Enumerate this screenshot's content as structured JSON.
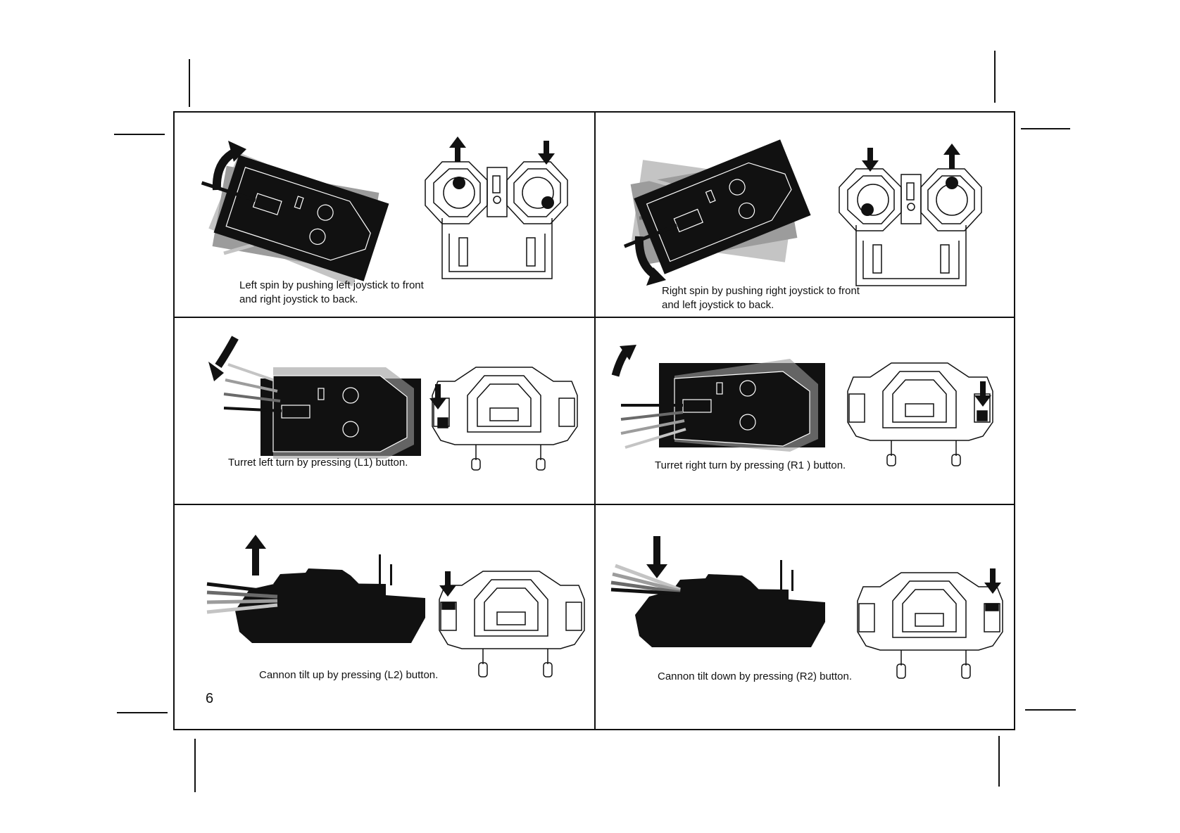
{
  "page": {
    "number": "6"
  },
  "panels": [
    {
      "id": "left-spin",
      "caption_line1": "Left spin by pushing left joystick to front",
      "caption_line2": "and right joystick to back."
    },
    {
      "id": "right-spin",
      "caption_line1": "Right spin by pushing right joystick to front",
      "caption_line2": "and left joystick to back."
    },
    {
      "id": "turret-left",
      "caption": "Turret left turn by pressing (L1) button."
    },
    {
      "id": "turret-right",
      "caption": "Turret right turn by pressing (R1 ) button."
    },
    {
      "id": "cannon-up",
      "caption": "Cannon tilt up by pressing (L2) button."
    },
    {
      "id": "cannon-down",
      "caption": "Cannon tilt down by pressing (R2) button."
    }
  ],
  "icons": [
    "curved-arrow-icon",
    "arrow-up-icon",
    "arrow-down-icon",
    "tank-top-icon",
    "tank-side-icon",
    "controller-top-icon",
    "controller-front-icon"
  ],
  "colors": {
    "ink": "#111111",
    "ghost1": "#6a6a6a",
    "ghost2": "#9c9c9c",
    "ghost3": "#c4c4c4",
    "paper": "#ffffff"
  }
}
